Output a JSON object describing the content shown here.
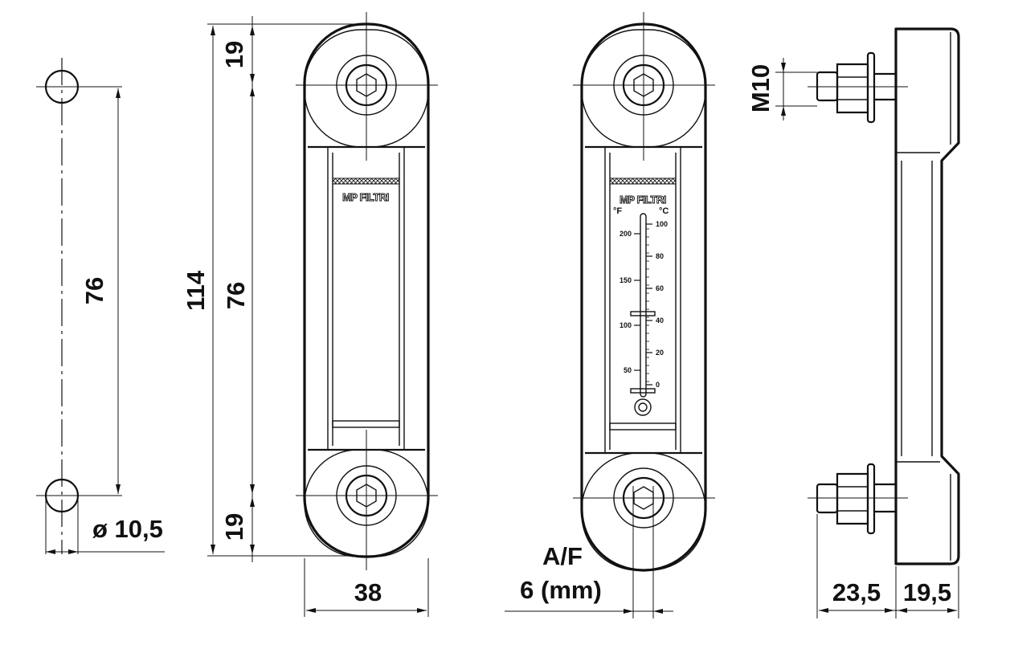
{
  "dimensions": {
    "left_view_spacing": "76",
    "hole_diameter": "ø 10,5",
    "top_cap": "19",
    "total_length": "114",
    "window_length": "76",
    "bottom_cap": "19",
    "width": "38",
    "hex_label_line1": "A/F",
    "hex_label_line2": "6 (mm)",
    "thread": "M10",
    "projection": "23,5",
    "depth": "19,5"
  },
  "brand": "MP FILTRI",
  "thermometer": {
    "fahrenheit_unit": "°F",
    "celsius_unit": "°C",
    "fahrenheit_ticks": [
      "200",
      "150",
      "100",
      "50"
    ],
    "celsius_ticks": [
      "100",
      "80",
      "60",
      "40",
      "20",
      "0"
    ]
  }
}
